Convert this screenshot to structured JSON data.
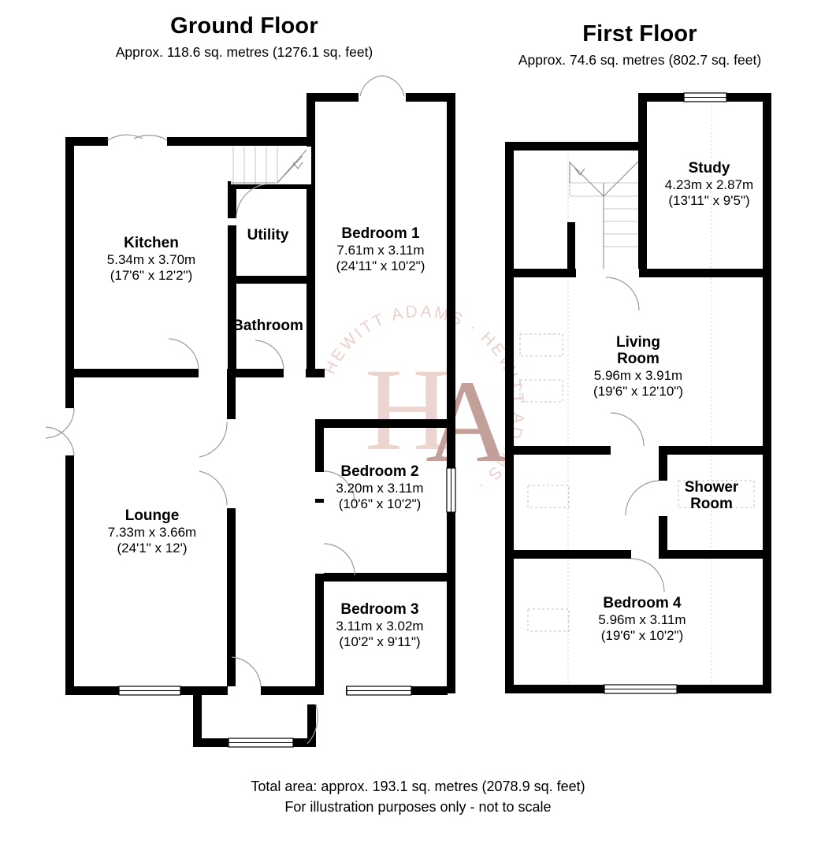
{
  "document": {
    "type": "floor-plan",
    "watermark": {
      "ring_text": "HEWITT ADAMS  ·  HEWITT ADAMS  ·",
      "monogram": "HA",
      "color": "#e9cfc9"
    }
  },
  "floors": [
    {
      "id": "ground",
      "title": "Ground Floor",
      "area": "Approx. 118.6 sq. metres (1276.1 sq. feet)",
      "rooms": [
        {
          "name": "Kitchen",
          "metric": "5.34m x 3.70m",
          "imperial": "(17'6\" x 12'2\")"
        },
        {
          "name": "Utility",
          "metric": "",
          "imperial": ""
        },
        {
          "name": "Bathroom",
          "metric": "",
          "imperial": ""
        },
        {
          "name": "Bedroom 1",
          "metric": "7.61m x 3.11m",
          "imperial": "(24'11\" x 10'2\")"
        },
        {
          "name": "Lounge",
          "metric": "7.33m x 3.66m",
          "imperial": "(24'1\" x 12')"
        },
        {
          "name": "Bedroom 2",
          "metric": "3.20m x 3.11m",
          "imperial": "(10'6\" x 10'2\")"
        },
        {
          "name": "Bedroom 3",
          "metric": "3.11m x 3.02m",
          "imperial": "(10'2\" x 9'11\")"
        }
      ]
    },
    {
      "id": "first",
      "title": "First Floor",
      "area": "Approx. 74.6 sq. metres (802.7 sq. feet)",
      "rooms": [
        {
          "name": "Study",
          "metric": "4.23m x 2.87m",
          "imperial": "(13'11\" x 9'5\")"
        },
        {
          "name": "Living Room",
          "metric": "5.96m x 3.91m",
          "imperial": "(19'6\" x 12'10\")",
          "name_line1": "Living",
          "name_line2": "Room"
        },
        {
          "name": "Shower Room",
          "metric": "",
          "imperial": "",
          "name_line1": "Shower",
          "name_line2": "Room"
        },
        {
          "name": "Bedroom 4",
          "metric": "5.96m x 3.11m",
          "imperial": "(19'6\" x 10'2\")"
        }
      ]
    }
  ],
  "footer": {
    "total_area": "Total area: approx. 193.1 sq. metres (2078.9 sq. feet)",
    "disclaimer": "For illustration purposes only - not to scale"
  }
}
